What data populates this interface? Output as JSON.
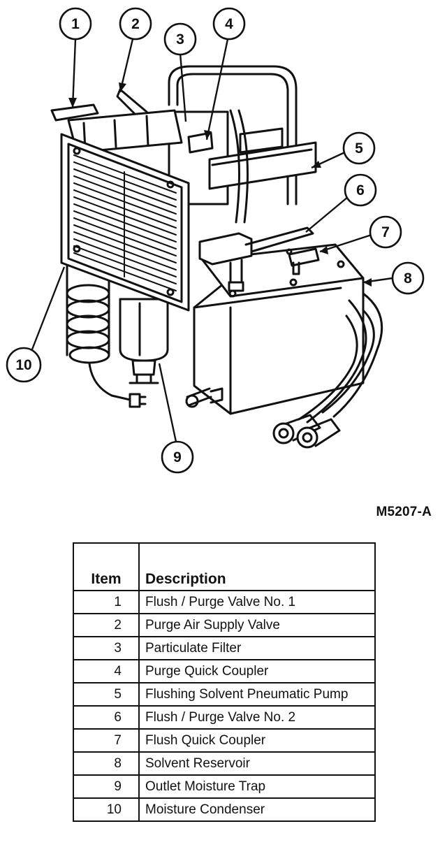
{
  "callouts": [
    "1",
    "2",
    "3",
    "4",
    "5",
    "6",
    "7",
    "8",
    "9",
    "10"
  ],
  "figure_code": "M5207-A",
  "table": {
    "headers": {
      "item": "Item",
      "description": "Description"
    },
    "rows": [
      {
        "item": "1",
        "description": "Flush / Purge Valve No. 1"
      },
      {
        "item": "2",
        "description": "Purge Air Supply Valve"
      },
      {
        "item": "3",
        "description": "Particulate Filter"
      },
      {
        "item": "4",
        "description": "Purge Quick Coupler"
      },
      {
        "item": "5",
        "description": "Flushing Solvent Pneumatic Pump"
      },
      {
        "item": "6",
        "description": "Flush / Purge Valve No. 2"
      },
      {
        "item": "7",
        "description": "Flush Quick Coupler"
      },
      {
        "item": "8",
        "description": "Solvent Reservoir"
      },
      {
        "item": "9",
        "description": "Outlet Moisture Trap"
      },
      {
        "item": "10",
        "description": "Moisture Condenser"
      }
    ]
  }
}
